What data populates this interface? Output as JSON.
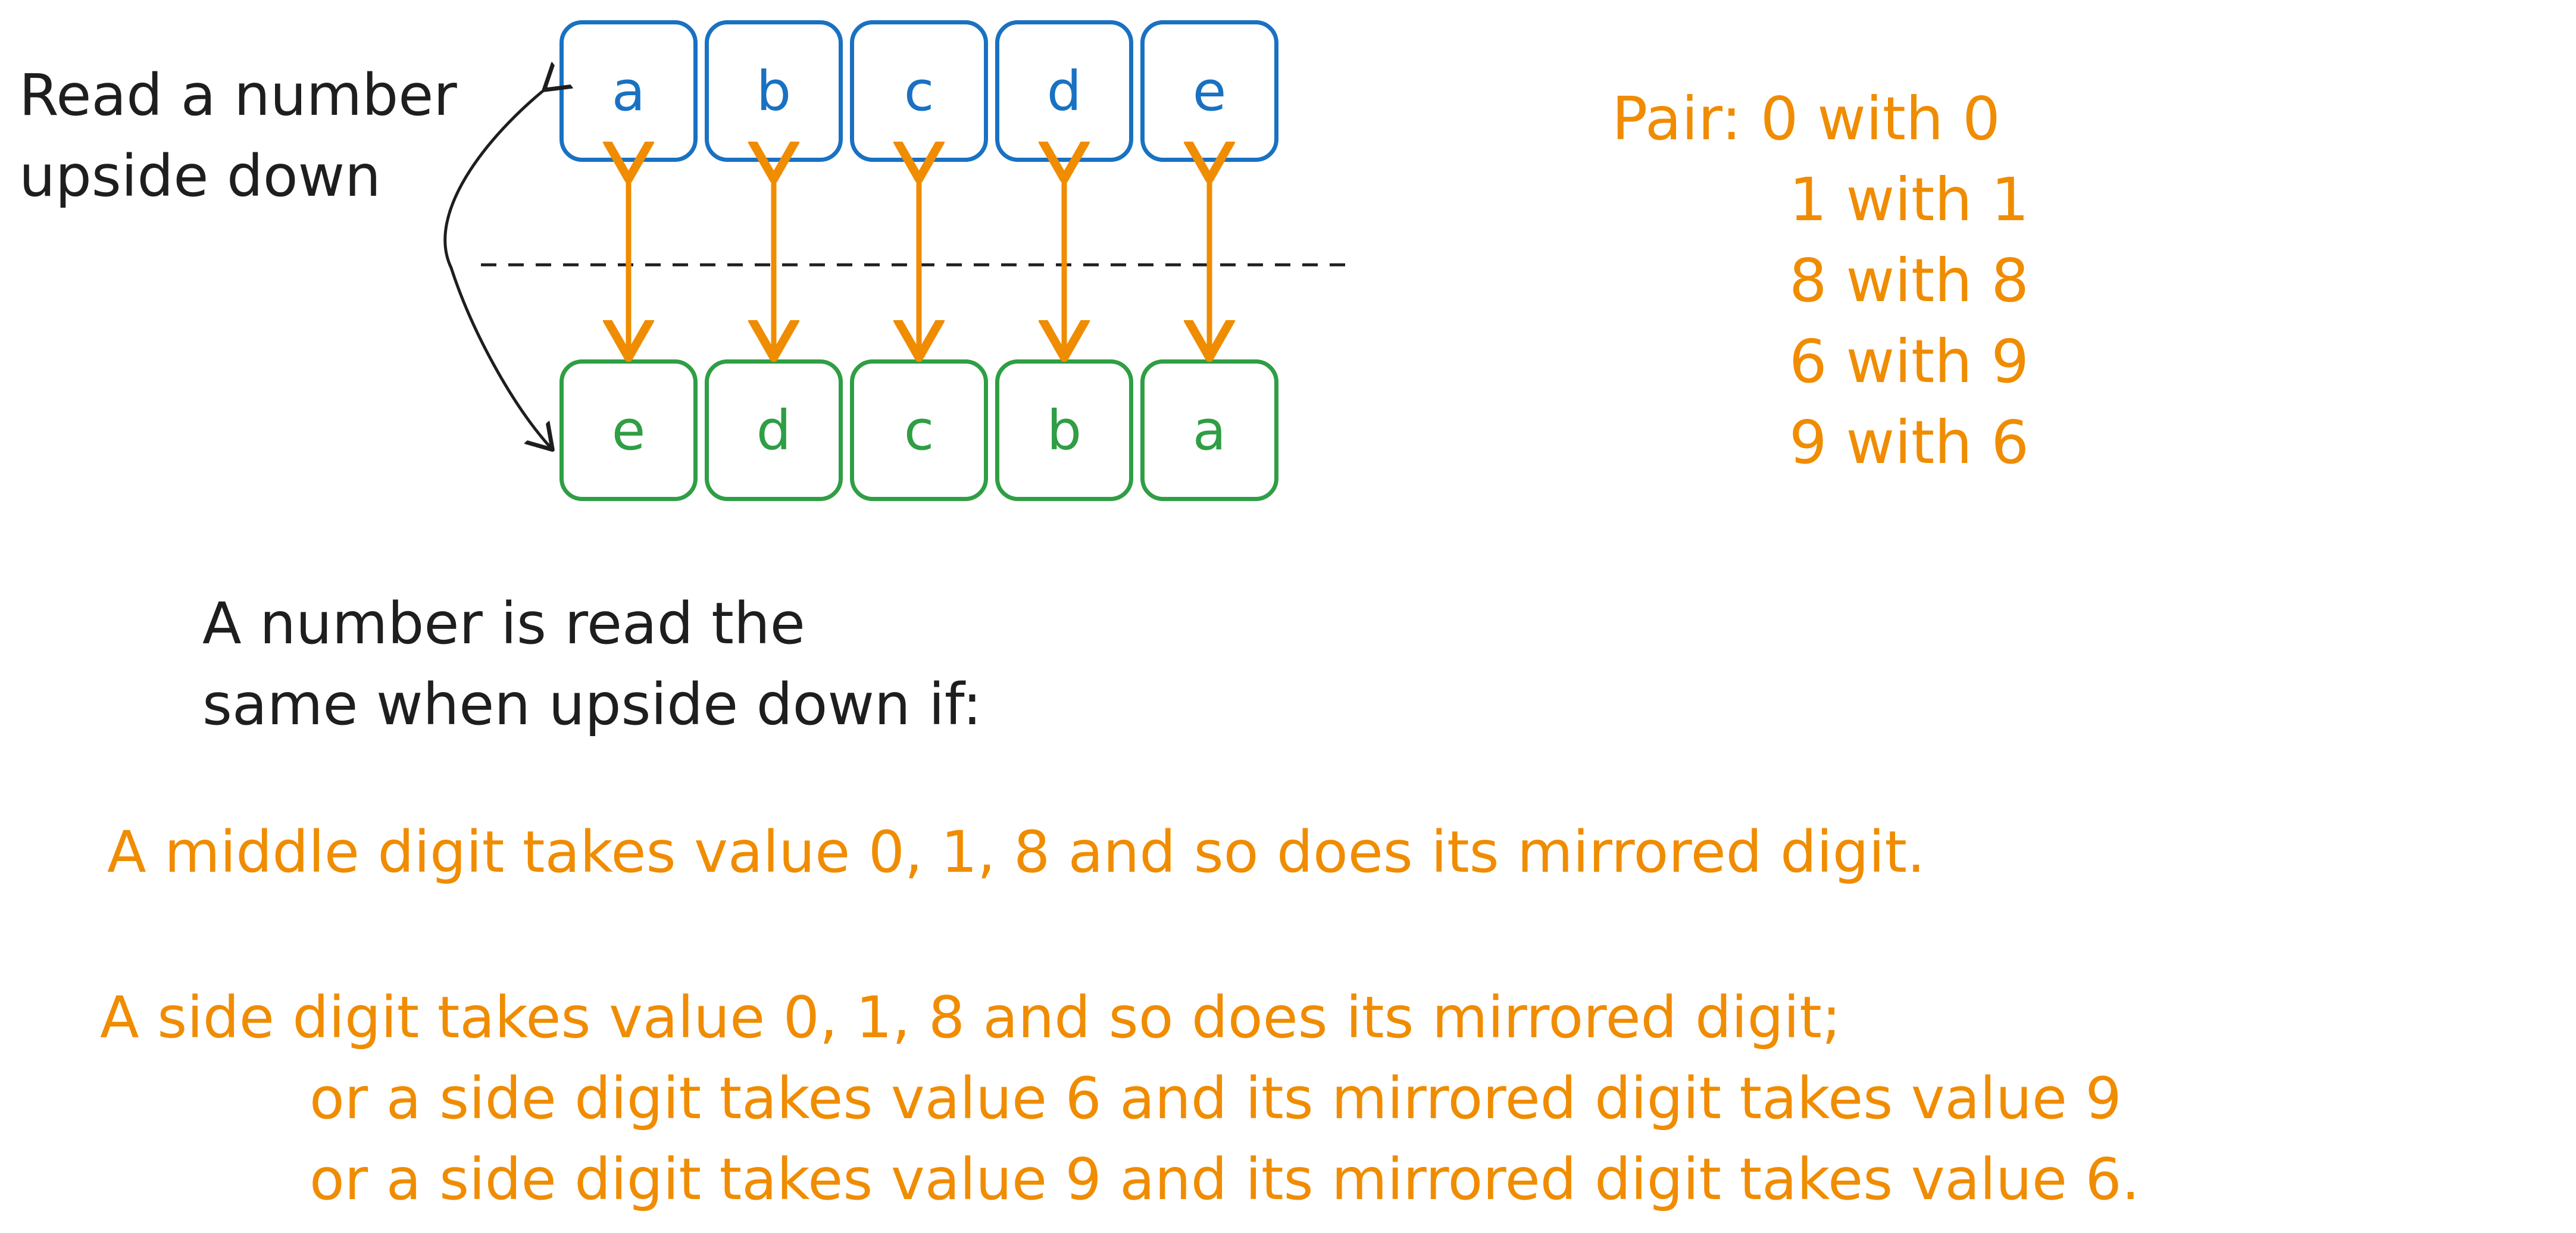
{
  "diagram": {
    "side_label": [
      "Read a number",
      "upside down"
    ],
    "top_row": [
      "a",
      "b",
      "c",
      "d",
      "e"
    ],
    "bottom_row": [
      "e",
      "d",
      "c",
      "b",
      "a"
    ],
    "pairs": [
      "Pair: 0 with 0",
      "1 with 1",
      "8 with 8",
      "6 with 9",
      "9 with 6"
    ],
    "condition": [
      "A number is read the",
      "same when upside down if:"
    ],
    "rules": [
      "A middle digit takes value 0, 1, 8 and so does its mirrored digit.",
      "A side digit takes value 0, 1, 8 and so does its mirrored digit;",
      "or a side digit takes value 6 and its mirrored digit takes value 9",
      "or a side digit takes value 9 and its mirrored digit takes value 6."
    ],
    "colors": {
      "text": "#1e1e1e",
      "accent": "#f08c00",
      "top_row": "#1971c2",
      "bottom_row": "#2f9e44"
    }
  }
}
